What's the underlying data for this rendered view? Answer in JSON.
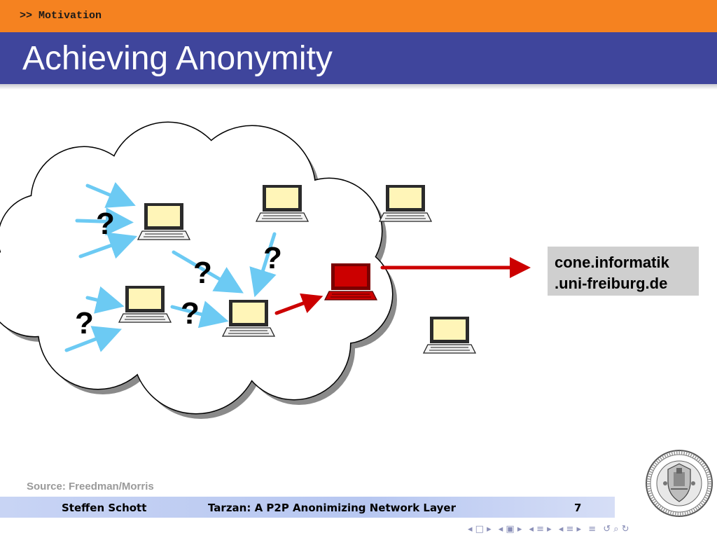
{
  "header": {
    "section": ">> Motivation",
    "title": "Achieving Anonymity"
  },
  "diagram": {
    "question_marks": [
      "?",
      "?",
      "?",
      "?",
      "?"
    ],
    "destination": {
      "line1": "cone.informatik",
      "line2": ".uni-freiburg.de"
    },
    "colors": {
      "cloud_fill": "#ffffff",
      "cloud_shadow": "#8a8a8a",
      "arrow_blue": "#6ccaf3",
      "arrow_red": "#cc0000",
      "laptop_screen": "#fff5b8",
      "laptop_red": "#cc0000"
    }
  },
  "source": "Source: Freedman/Morris",
  "footer": {
    "author": "Steffen Schott",
    "talk_title": "Tarzan: A P2P Anonimizing Network Layer",
    "page": "7"
  },
  "logo": {
    "name": "university-seal"
  },
  "navigation": {
    "icons": [
      "nav-first-icon",
      "nav-frame-icon",
      "nav-subsection-icon",
      "nav-section-icon",
      "nav-align-icon",
      "nav-search-icon"
    ]
  }
}
